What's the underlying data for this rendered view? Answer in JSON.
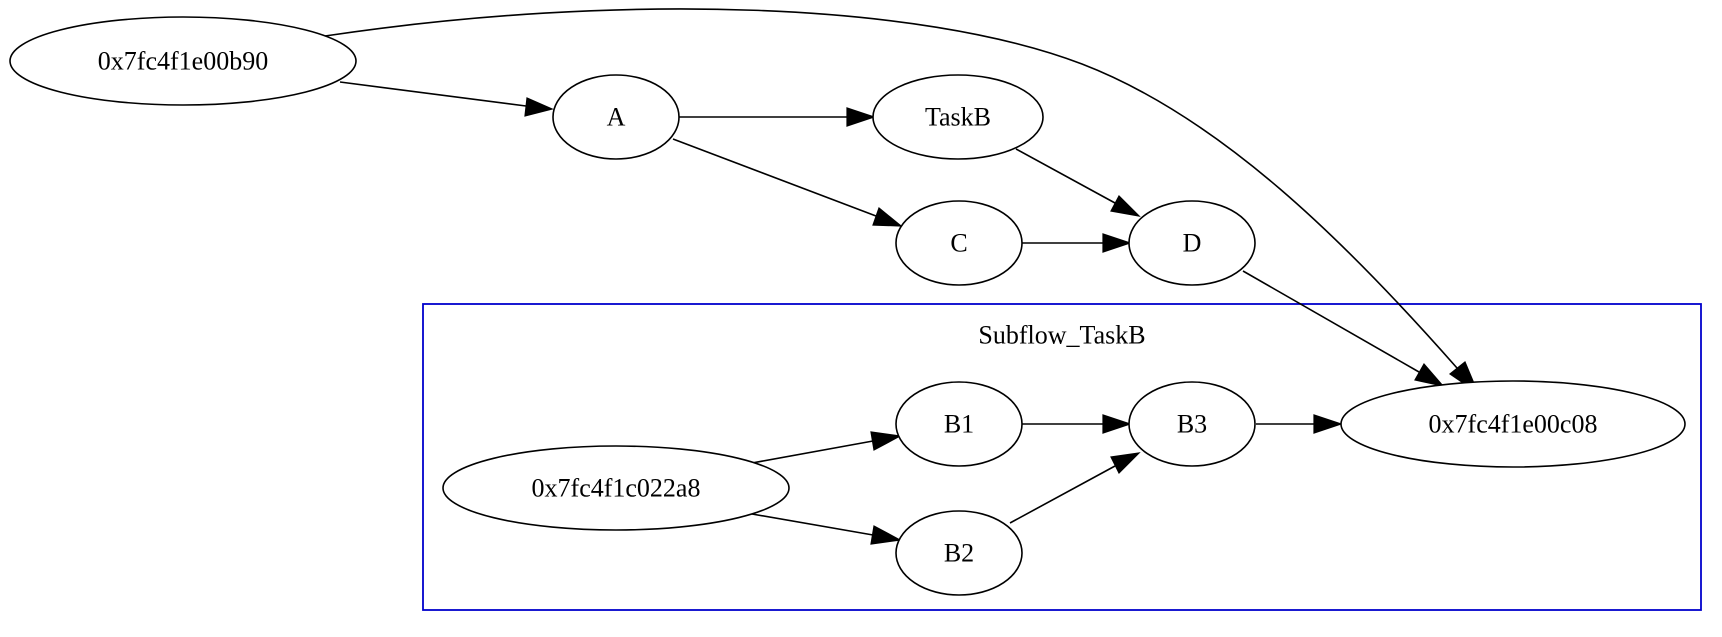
{
  "graph": {
    "cluster": {
      "label": "Subflow_TaskB",
      "color": "#0000cc"
    },
    "nodes": [
      {
        "id": "root",
        "label": "0x7fc4f1e00b90"
      },
      {
        "id": "A",
        "label": "A"
      },
      {
        "id": "TaskB",
        "label": "TaskB"
      },
      {
        "id": "C",
        "label": "C"
      },
      {
        "id": "D",
        "label": "D"
      },
      {
        "id": "sub_entry",
        "label": "0x7fc4f1c022a8"
      },
      {
        "id": "B1",
        "label": "B1"
      },
      {
        "id": "B2",
        "label": "B2"
      },
      {
        "id": "B3",
        "label": "B3"
      },
      {
        "id": "sink",
        "label": "0x7fc4f1e00c08"
      }
    ],
    "edges": [
      {
        "from": "root",
        "to": "A"
      },
      {
        "from": "root",
        "to": "sink"
      },
      {
        "from": "A",
        "to": "TaskB"
      },
      {
        "from": "A",
        "to": "C"
      },
      {
        "from": "TaskB",
        "to": "D"
      },
      {
        "from": "C",
        "to": "D"
      },
      {
        "from": "D",
        "to": "sink"
      },
      {
        "from": "sub_entry",
        "to": "B1"
      },
      {
        "from": "sub_entry",
        "to": "B2"
      },
      {
        "from": "B1",
        "to": "B3"
      },
      {
        "from": "B2",
        "to": "B3"
      },
      {
        "from": "B3",
        "to": "sink"
      }
    ]
  }
}
